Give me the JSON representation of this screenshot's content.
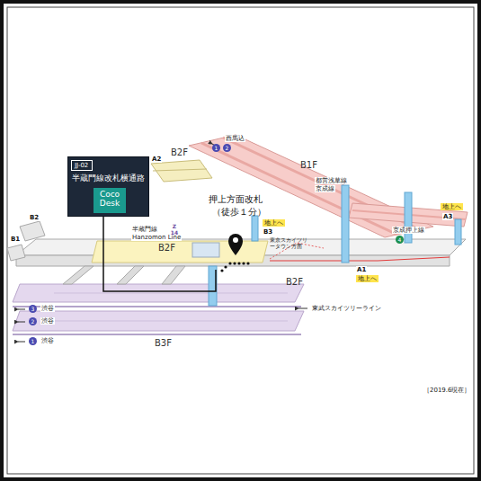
{
  "diagram": {
    "nodes": [
      {
        "text": [
          "半蔵門線改札横通路"
        ]
      },
      {
        "text": [
          "JJ-02"
        ],
        "in": 0
      },
      {
        "text": [
          "Coco Desk"
        ],
        "in": 0
      }
    ],
    "labels": [
      "B2F",
      "A2",
      "西馬込",
      "1",
      "2",
      "B1F",
      "都営浅草線",
      "京成線",
      "押上方面改札",
      "（徒歩１分）",
      "半蔵門線",
      "Hanzomon Line",
      "Z",
      "14",
      "B2F",
      "地上へ",
      "B3",
      "東京スカイツリータウン方面",
      "京成押上線",
      "4",
      "地上へ",
      "A3",
      "A1",
      "地上へ",
      "B2F",
      "東武スカイツリーライン",
      "3",
      "渋谷",
      "2",
      "渋谷",
      "1",
      "渋谷",
      "B3F",
      "B2",
      "B1",
      "［2019.6現在］"
    ]
  }
}
